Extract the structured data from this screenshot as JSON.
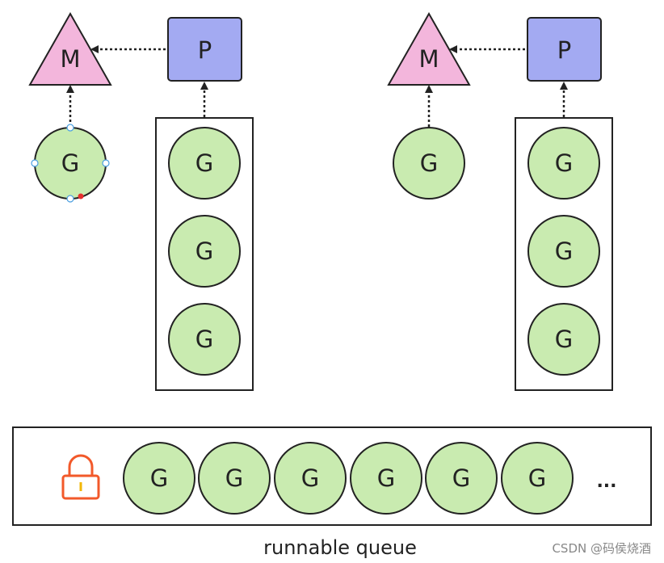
{
  "colors": {
    "goroutine_fill": "#c9ebb0",
    "m_fill": "#f3b6dc",
    "p_fill": "#a3aaf2",
    "stroke": "#222222",
    "lock": "#f2592a",
    "lock_keyhole": "#f2b705",
    "selection_handle": "#4a9fe0",
    "selection_point": "#e6302f"
  },
  "icons": {
    "queue_lock": "lock-icon"
  },
  "groups": [
    {
      "machine": {
        "label": "M"
      },
      "processor": {
        "label": "P"
      },
      "running_goroutine": {
        "label": "G",
        "selected": true
      },
      "local_queue": [
        {
          "label": "G"
        },
        {
          "label": "G"
        },
        {
          "label": "G"
        }
      ]
    },
    {
      "machine": {
        "label": "M"
      },
      "processor": {
        "label": "P"
      },
      "running_goroutine": {
        "label": "G",
        "selected": false
      },
      "local_queue": [
        {
          "label": "G"
        },
        {
          "label": "G"
        },
        {
          "label": "G"
        }
      ]
    }
  ],
  "global_queue": {
    "items": [
      "G",
      "G",
      "G",
      "G",
      "G",
      "G"
    ],
    "more": "...",
    "caption": "runnable queue"
  },
  "watermark": "CSDN @码侯烧酒"
}
